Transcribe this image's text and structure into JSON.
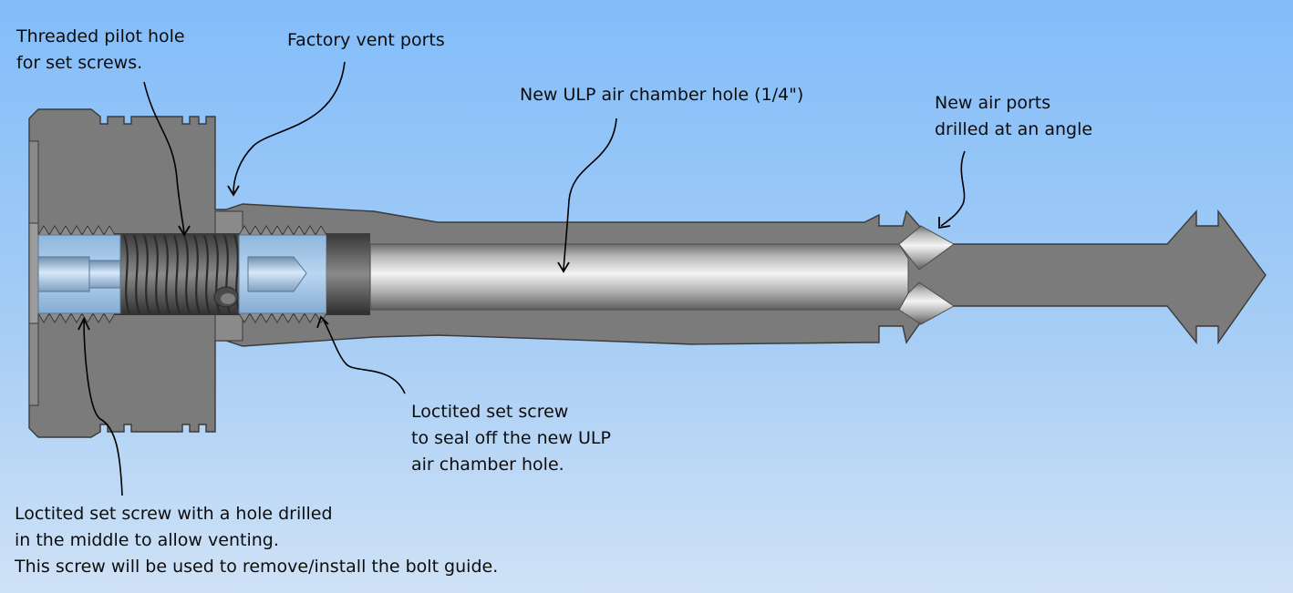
{
  "labels": {
    "pilot_hole": [
      "Threaded pilot hole",
      "for set screws."
    ],
    "vent_ports": [
      "Factory vent ports"
    ],
    "ulp_chamber": [
      "New ULP air chamber hole (1/4\")"
    ],
    "air_ports": [
      "New air ports",
      "drilled at an angle"
    ],
    "seal_screw": [
      "Loctited set screw",
      "to seal off the new ULP",
      "air chamber hole."
    ],
    "vent_screw": [
      "Loctited set screw with a hole drilled",
      "in the middle to allow venting.",
      "This screw will be used to remove/install the bolt guide."
    ]
  },
  "colors": {
    "background_top": "#82bdfa",
    "background_bottom": "#cfe2f6",
    "body_section": "#7b7b7b",
    "body_edge": "#3a3a3a",
    "bore": "#c9c9c9",
    "screw": "#9fc3e6",
    "thread": "#474747",
    "leader": "#000000"
  }
}
